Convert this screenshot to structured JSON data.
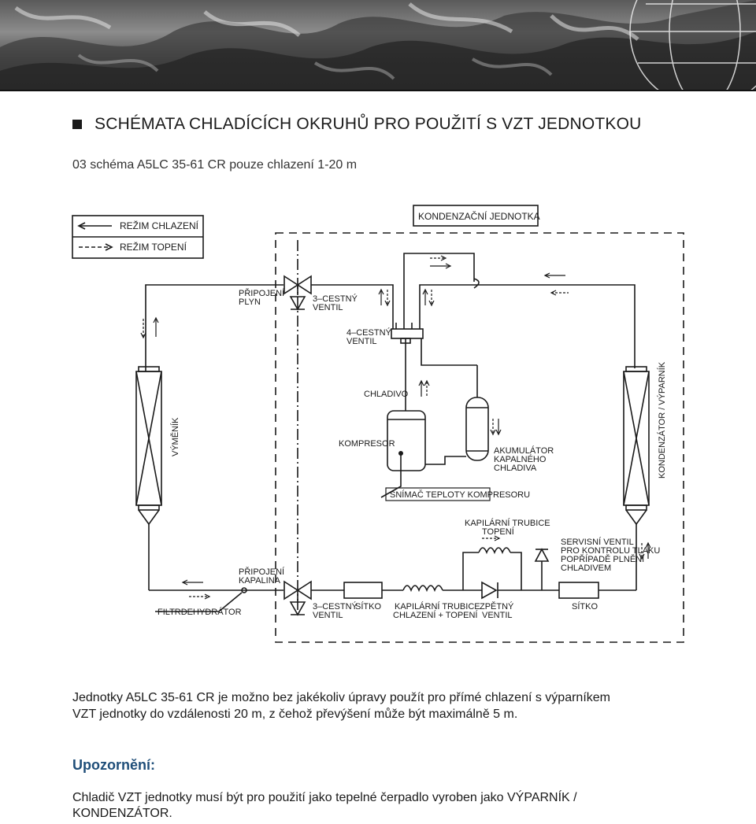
{
  "page": {
    "title": "SCHÉMATA CHLADÍCÍCH OKRUHŮ PRO POUŽITÍ S VZT JEDNOTKOU",
    "subtitle": "03 schéma A5LC 35-61 CR pouze chlazení 1-20 m",
    "description": "Jednotky A5LC 35-61 CR je možno bez jakékoliv úpravy použít pro přímé chlazení s výparníkem VZT jednotky do vzdálenosti 20 m, z čehož převýšení může být maximálně 5 m.",
    "warning_heading": "Upozornění:",
    "warning_text": "Chladič VZT jednotky musí být pro použití jako tepelné čerpadlo vyroben jako VÝPARNÍK / KONDENZÁTOR."
  },
  "diagram": {
    "legend": {
      "cooling": "REŽIM CHLAZENÍ",
      "heating": "REŽIM TOPENÍ"
    },
    "outdoor_unit": "KONDENZAČNÍ JEDNOTKA",
    "labels": {
      "gas_connection_1": "PŘIPOJENÍ",
      "gas_connection_2": "PLYN",
      "valve3_top_1": "3–CESTNÝ",
      "valve3_top_2": "VENTIL",
      "valve4_1": "4–CESTNÝ",
      "valve4_2": "VENTIL",
      "refrigerant": "CHLADIVO",
      "exchanger": "VÝMĚNÍK",
      "compressor": "KOMPRESOR",
      "accumulator_1": "AKUMULÁTOR",
      "accumulator_2": "KAPALNÉHO",
      "accumulator_3": "CHLADIVA",
      "condenser": "KONDENZÁTOR / VÝPARNÍK",
      "temp_sensor": "SNÍMAČ TEPLOTY KOMPRESORU",
      "cap_heat_1": "KAPILÁRNÍ TRUBICE",
      "cap_heat_2": "TOPENÍ",
      "service_1": "SERVISNÍ VENTIL",
      "service_2": "PRO KONTROLU TLAKU",
      "service_3": "POPŘÍPADĚ PLNĚNÍ",
      "service_4": "CHLADIVEM",
      "liquid_connection_1": "PŘIPOJENÍ",
      "liquid_connection_2": "KAPALINA",
      "filter_dryer": "FILTRDEHYDRÁTOR",
      "valve3_bot_1": "3–CESTNÝ",
      "valve3_bot_2": "VENTIL",
      "strainer_1": "SÍTKO",
      "cap_both_1": "KAPILÁRNÍ TRUBICE",
      "cap_both_2": "CHLAZENÍ + TOPENÍ",
      "check_valve_1": "ZPĚTNÝ",
      "check_valve_2": "VENTIL",
      "strainer_2": "SÍTKO"
    }
  },
  "colors": {
    "warning_heading": "#1f4e79",
    "line": "#1a1a1a"
  }
}
